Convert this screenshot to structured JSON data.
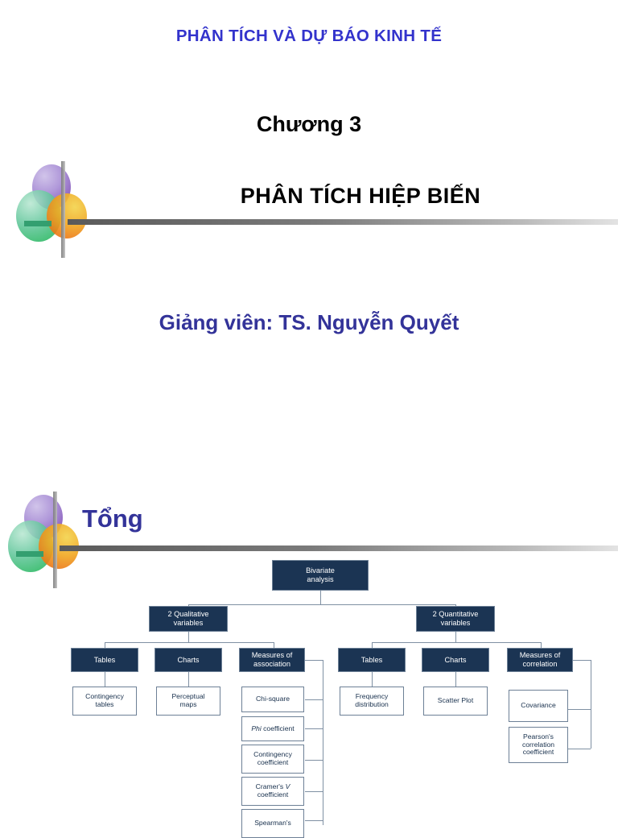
{
  "slide1": {
    "course_title": "PHÂN TÍCH VÀ DỰ BÁO KINH TẾ",
    "chapter_label": "Chương 3",
    "chapter_heading": "PHÂN TÍCH HIỆP BIẾN",
    "lecturer": "Giảng viên: TS. Nguyễn Quyết"
  },
  "slide2": {
    "section_heading": "Tổng"
  },
  "colors": {
    "course_title": "#3333CC",
    "lecturer": "#333399",
    "section_heading": "#333399",
    "node_dark_bg": "#1B3453",
    "node_dark_text": "#FFFFFF",
    "node_light_bg": "#FFFFFF",
    "node_light_text": "#18304D",
    "connector": "#7F90A3",
    "rule": "#6F6F6F"
  },
  "chart_data": {
    "type": "diagram",
    "title": "Bivariate analysis",
    "root": {
      "label": "Bivariate analysis",
      "style": "dark"
    },
    "branches": [
      {
        "label": "2 Qualitative variables",
        "style": "dark",
        "children": [
          {
            "label": "Tables",
            "style": "dark",
            "children": [
              {
                "label": "Contingency tables",
                "style": "light"
              }
            ]
          },
          {
            "label": "Charts",
            "style": "dark",
            "children": [
              {
                "label": "Perceptual maps",
                "style": "light"
              }
            ]
          },
          {
            "label": "Measures of association",
            "style": "dark",
            "children": [
              {
                "label": "Chi-square",
                "style": "light"
              },
              {
                "label": "Phi coefficient",
                "style": "light",
                "italic_prefix": "Phi"
              },
              {
                "label": "Contingency coefficient",
                "style": "light"
              },
              {
                "label": "Cramer's V coefficient",
                "style": "light",
                "italic_token": "V"
              },
              {
                "label": "Spearman's",
                "style": "light",
                "clipped": true
              }
            ]
          }
        ]
      },
      {
        "label": "2 Quantitative variables",
        "style": "dark",
        "children": [
          {
            "label": "Tables",
            "style": "dark",
            "children": [
              {
                "label": "Frequency distribution",
                "style": "light"
              }
            ]
          },
          {
            "label": "Charts",
            "style": "dark",
            "children": [
              {
                "label": "Scatter Plot",
                "style": "light"
              }
            ]
          },
          {
            "label": "Measures of correlation",
            "style": "dark",
            "children": [
              {
                "label": "Covariance",
                "style": "light"
              },
              {
                "label": "Pearson's correlation coefficient",
                "style": "light"
              }
            ]
          }
        ]
      }
    ],
    "nodes": {
      "root": "Bivariate analysis",
      "qual": "2 Qualitative variables",
      "quant": "2 Quantitative variables",
      "qual_tables": "Tables",
      "qual_charts": "Charts",
      "qual_measures": "Measures of association",
      "quant_tables": "Tables",
      "quant_charts": "Charts",
      "quant_measures": "Measures of correlation",
      "contingency_tables": "Contingency tables",
      "perceptual_maps": "Perceptual maps",
      "chi_square": "Chi-square",
      "phi_coefficient": "Phi coefficient",
      "contingency_coefficient": "Contingency coefficient",
      "cramers_v": "Cramer's V coefficient",
      "spearmans": "Spearman's",
      "frequency_distribution": "Frequency distribution",
      "scatter_plot": "Scatter Plot",
      "covariance": "Covariance",
      "pearsons": "Pearson's correlation coefficient"
    },
    "node_lines": {
      "root_l1": "Bivariate",
      "root_l2": "analysis",
      "qual_l1": "2 Qualitative",
      "qual_l2": "variables",
      "quant_l1": "2 Quantitative",
      "quant_l2": "variables",
      "qual_tables": "Tables",
      "qual_charts": "Charts",
      "qual_measures_l1": "Measures of",
      "qual_measures_l2": "association",
      "quant_tables": "Tables",
      "quant_charts": "Charts",
      "quant_measures_l1": "Measures of",
      "quant_measures_l2": "correlation",
      "contingency_tables_l1": "Contingency",
      "contingency_tables_l2": "tables",
      "perceptual_maps_l1": "Perceptual",
      "perceptual_maps_l2": "maps",
      "chi_square": "Chi-square",
      "phi_italic": "Phi",
      "phi_rest": " coefficient",
      "contingency_coefficient_l1": "Contingency",
      "contingency_coefficient_l2": "coefficient",
      "cramers_pre": "Cramer's ",
      "cramers_italic": "V",
      "cramers_l2": "coefficient",
      "spearmans": "Spearman's",
      "frequency_distribution_l1": "Frequency",
      "frequency_distribution_l2": "distribution",
      "scatter_plot": "Scatter Plot",
      "covariance": "Covariance",
      "pearsons_l1": "Pearson's",
      "pearsons_l2": "correlation",
      "pearsons_l3": "coefficient"
    }
  }
}
